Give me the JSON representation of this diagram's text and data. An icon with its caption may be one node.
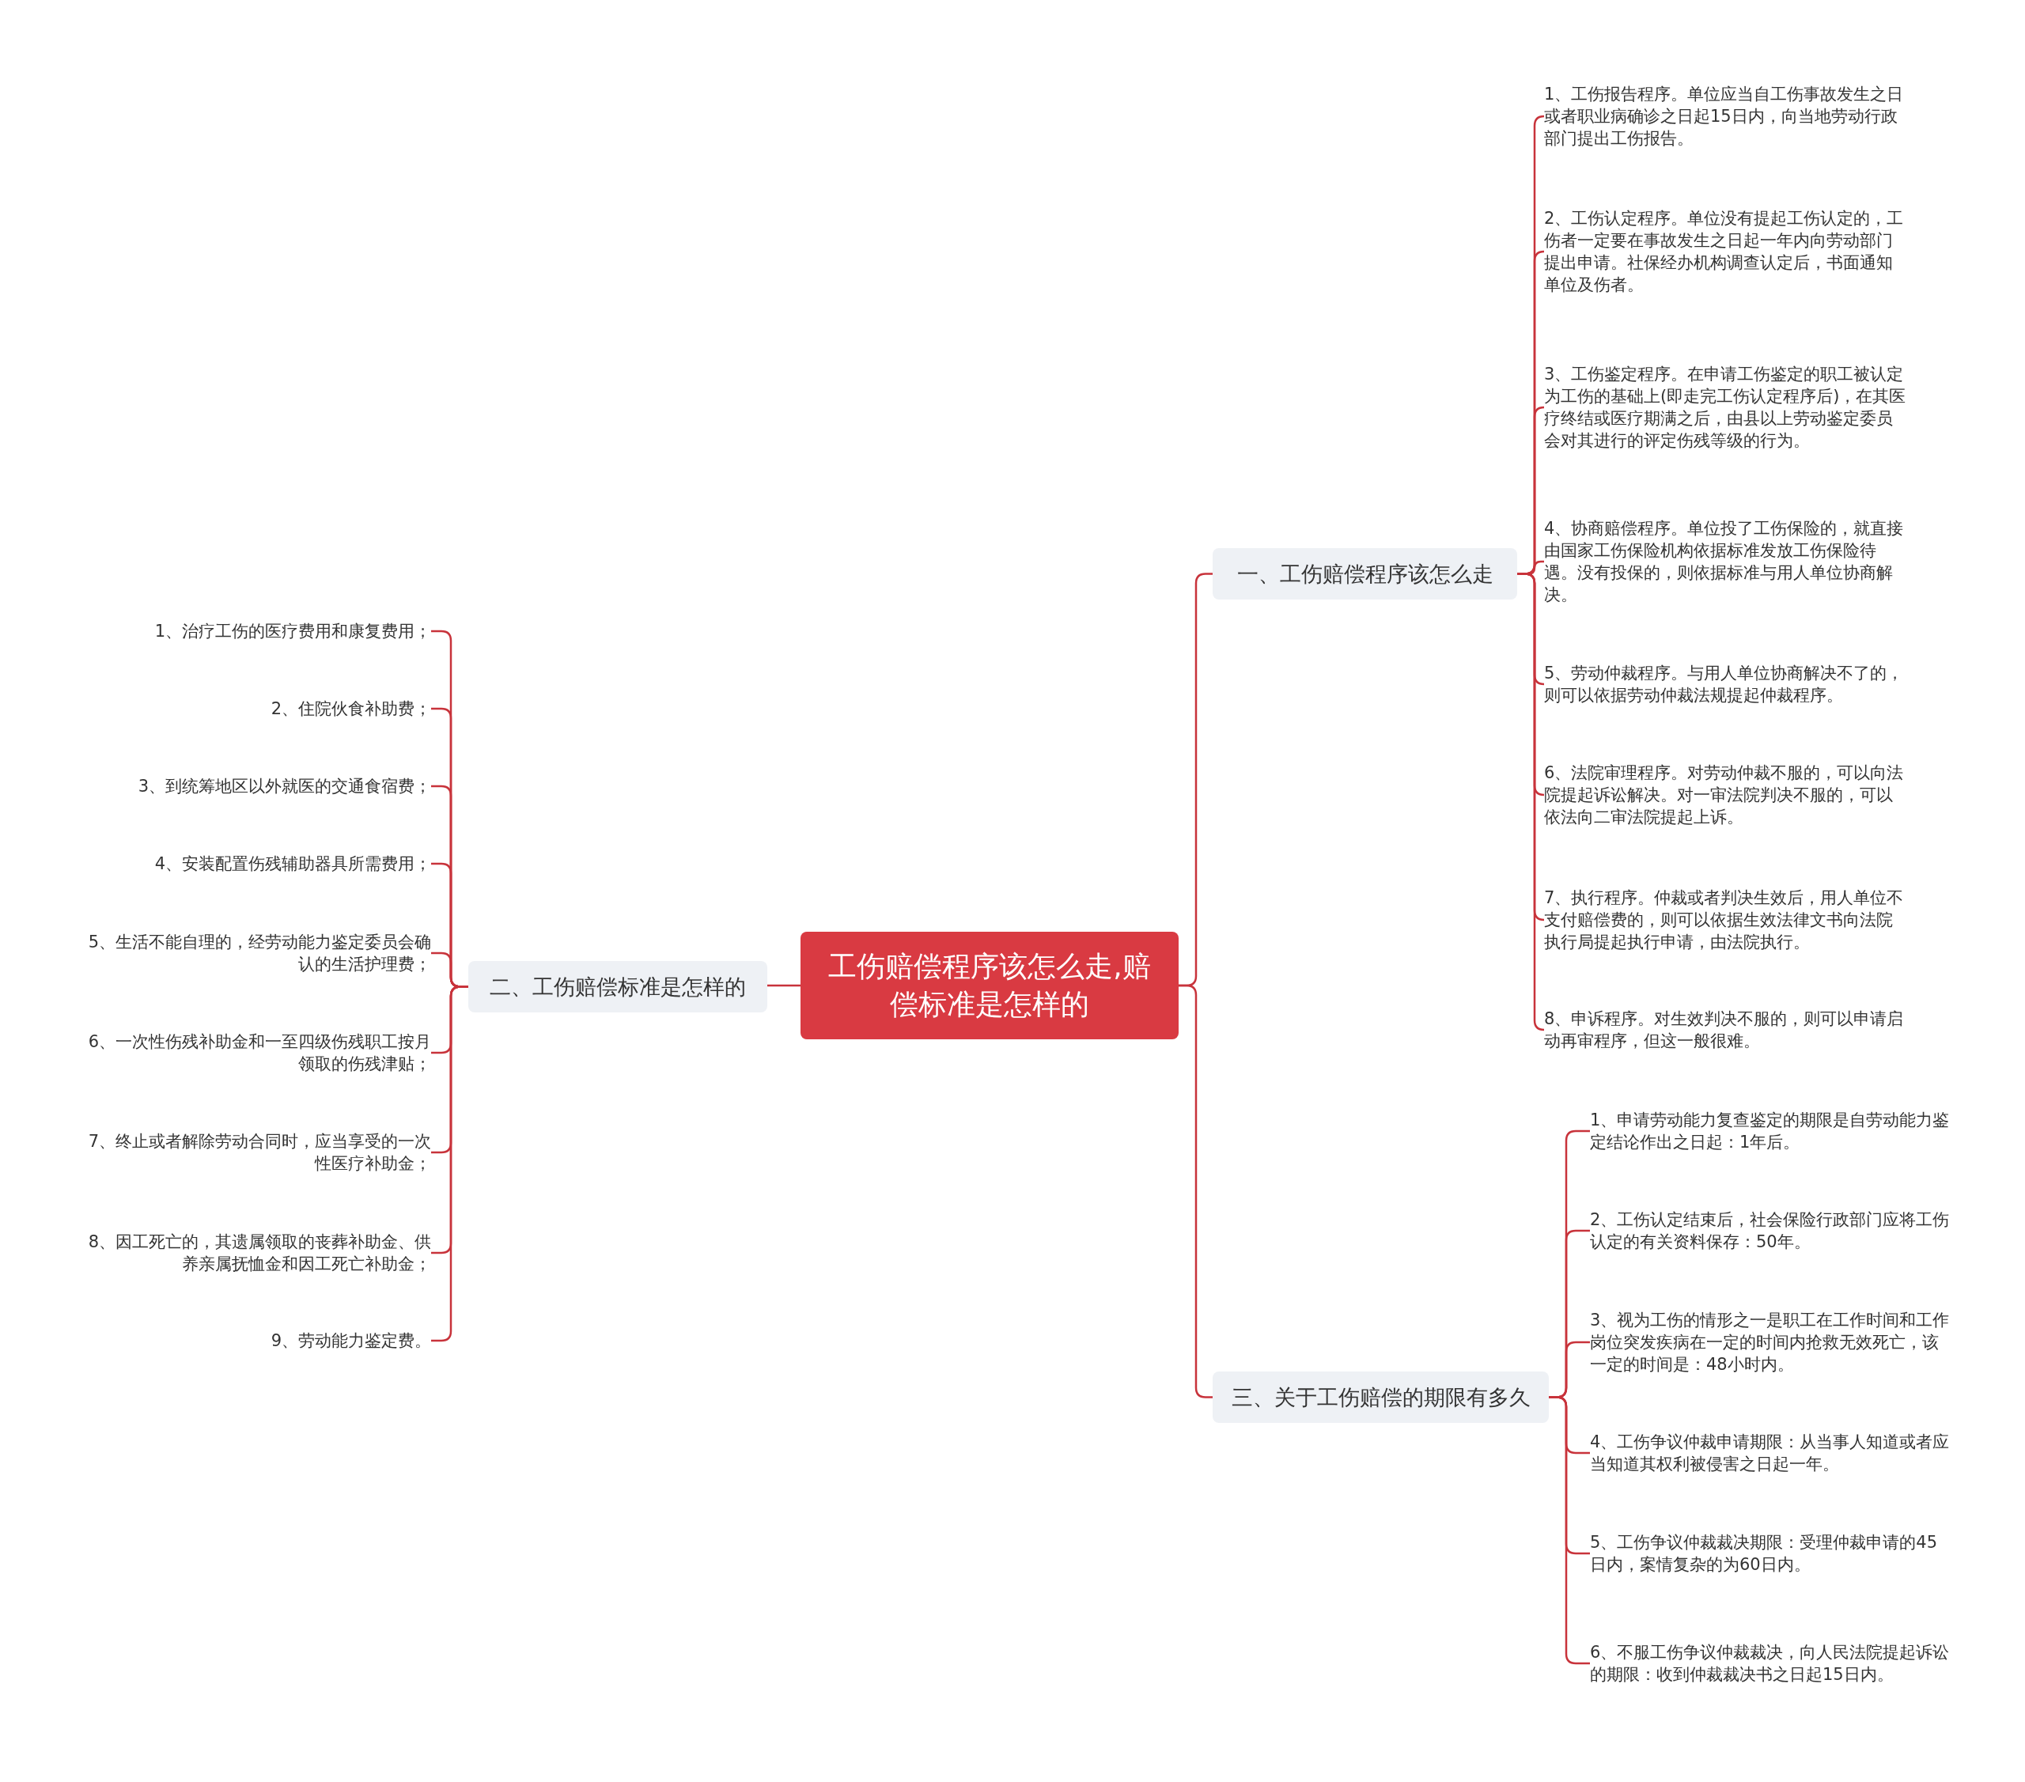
{
  "diagram": {
    "nodes": [
      {
        "text": [
          "工伤赔偿程序该怎么走,赔偿标准是怎样的"
        ]
      },
      {
        "text": [
          "一、工伤赔偿程序该怎么走"
        ]
      },
      {
        "text": [
          "1、工伤报告程序。单位应当自工伤事故发生之日或者职业病确诊之日起15日内，向当地劳动行政部门提出工伤报告。"
        ]
      },
      {
        "text": [
          "2、工伤认定程序。单位没有提起工伤认定的，工伤者一定要在事故发生之日起一年内向劳动部门提出申请。社保经办机构调查认定后，书面通知单位及伤者。"
        ]
      },
      {
        "text": [
          "3、工伤鉴定程序。在申请工伤鉴定的职工被认定为工伤的基础上(即走完工伤认定程序后)，在其医疗终结或医疗期满之后，由县以上劳动鉴定委员会对其进行的评定伤残等级的行为。"
        ]
      },
      {
        "text": [
          "4、协商赔偿程序。单位投了工伤保险的，就直接由国家工伤保险机构依据标准发放工伤保险待遇。没有投保的，则依据标准与用人单位协商解决。"
        ]
      },
      {
        "text": [
          "5、劳动仲裁程序。与用人单位协商解决不了的，则可以依据劳动仲裁法规提起仲裁程序。"
        ]
      },
      {
        "text": [
          "6、法院审理程序。对劳动仲裁不服的，可以向法院提起诉讼解决。对一审法院判决不服的，可以依法向二审法院提起上诉。"
        ]
      },
      {
        "text": [
          "7、执行程序。仲裁或者判决生效后，用人单位不支付赔偿费的，则可以依据生效法律文书向法院执行局提起执行申请，由法院执行。"
        ]
      },
      {
        "text": [
          "8、申诉程序。对生效判决不服的，则可以申请启动再审程序，但这一般很难。"
        ]
      },
      {
        "text": [
          "二、工伤赔偿标准是怎样的"
        ]
      },
      {
        "text": [
          "1、治疗工伤的医疗费用和康复费用；"
        ]
      },
      {
        "text": [
          "2、住院伙食补助费；"
        ]
      },
      {
        "text": [
          "3、到统筹地区以外就医的交通食宿费；"
        ]
      },
      {
        "text": [
          "4、安装配置伤残辅助器具所需费用；"
        ]
      },
      {
        "text": [
          "5、生活不能自理的，经劳动能力鉴定委员会确认的生活护理费；"
        ]
      },
      {
        "text": [
          "6、一次性伤残补助金和一至四级伤残职工按月领取的伤残津贴；"
        ]
      },
      {
        "text": [
          "7、终止或者解除劳动合同时，应当享受的一次性医疗补助金；"
        ]
      },
      {
        "text": [
          "8、因工死亡的，其遗属领取的丧葬补助金、供养亲属抚恤金和因工死亡补助金；"
        ]
      },
      {
        "text": [
          "9、劳动能力鉴定费。"
        ]
      },
      {
        "text": [
          "三、关于工伤赔偿的期限有多久"
        ]
      },
      {
        "text": [
          "1、申请劳动能力复查鉴定的期限是自劳动能力鉴定结论作出之日起：1年后。"
        ]
      },
      {
        "text": [
          "2、工伤认定结束后，社会保险行政部门应将工伤认定的有关资料保存：50年。"
        ]
      },
      {
        "text": [
          "3、视为工伤的情形之一是职工在工作时间和工作岗位突发疾病在一定的时间内抢救无效死亡，该一定的时间是：48小时内。"
        ]
      },
      {
        "text": [
          "4、工伤争议仲裁申请期限：从当事人知道或者应当知道其权利被侵害之日起一年。"
        ]
      },
      {
        "text": [
          "5、工伤争议仲裁裁决期限：受理仲裁申请的45日内，案情复杂的为60日内。"
        ]
      },
      {
        "text": [
          "6、不服工伤争议仲裁裁决，向人民法院提起诉讼的期限：收到仲裁裁决书之日起15日内。"
        ]
      }
    ],
    "edges": [
      {
        "from": 0,
        "to": 1,
        "arrow": "none"
      },
      {
        "from": 1,
        "to": 2,
        "arrow": "none"
      },
      {
        "from": 1,
        "to": 3,
        "arrow": "none"
      },
      {
        "from": 1,
        "to": 4,
        "arrow": "none"
      },
      {
        "from": 1,
        "to": 5,
        "arrow": "none"
      },
      {
        "from": 1,
        "to": 6,
        "arrow": "none"
      },
      {
        "from": 1,
        "to": 7,
        "arrow": "none"
      },
      {
        "from": 1,
        "to": 8,
        "arrow": "none"
      },
      {
        "from": 1,
        "to": 9,
        "arrow": "none"
      },
      {
        "from": 0,
        "to": 10,
        "arrow": "none"
      },
      {
        "from": 10,
        "to": 11,
        "arrow": "none"
      },
      {
        "from": 10,
        "to": 12,
        "arrow": "none"
      },
      {
        "from": 10,
        "to": 13,
        "arrow": "none"
      },
      {
        "from": 10,
        "to": 14,
        "arrow": "none"
      },
      {
        "from": 10,
        "to": 15,
        "arrow": "none"
      },
      {
        "from": 10,
        "to": 16,
        "arrow": "none"
      },
      {
        "from": 10,
        "to": 17,
        "arrow": "none"
      },
      {
        "from": 10,
        "to": 18,
        "arrow": "none"
      },
      {
        "from": 10,
        "to": 19,
        "arrow": "none"
      },
      {
        "from": 0,
        "to": 20,
        "arrow": "none"
      },
      {
        "from": 20,
        "to": 21,
        "arrow": "none"
      },
      {
        "from": 20,
        "to": 22,
        "arrow": "none"
      },
      {
        "from": 20,
        "to": 23,
        "arrow": "none"
      },
      {
        "from": 20,
        "to": 24,
        "arrow": "none"
      },
      {
        "from": 20,
        "to": 25,
        "arrow": "none"
      },
      {
        "from": 20,
        "to": 26,
        "arrow": "none"
      }
    ]
  }
}
